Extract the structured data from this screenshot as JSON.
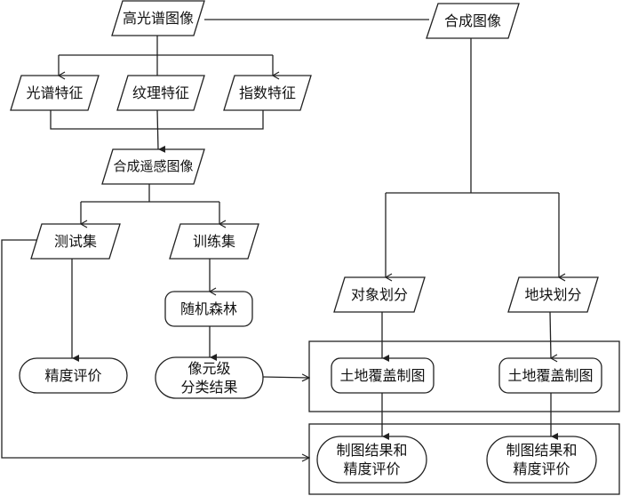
{
  "nodes": {
    "hyperspectral": "高光谱图像",
    "composite": "合成图像",
    "spectral": "光谱特征",
    "texture": "纹理特征",
    "index": "指数特征",
    "composite_rs": "合成遥感图像",
    "test_set": "测试集",
    "train_set": "训练集",
    "random_forest": "随机森林",
    "accuracy_eval": "精度评价",
    "pixel_result_1": "像元级",
    "pixel_result_2": "分类结果",
    "object_seg": "对象划分",
    "parcel_seg": "地块划分",
    "lc_map_obj": "土地覆盖制图",
    "lc_map_parcel": "土地覆盖制图",
    "map_eval_obj_1": "制图结果和",
    "map_eval_obj_2": "精度评价",
    "map_eval_parcel_1": "制图结果和",
    "map_eval_parcel_2": "精度评价"
  }
}
